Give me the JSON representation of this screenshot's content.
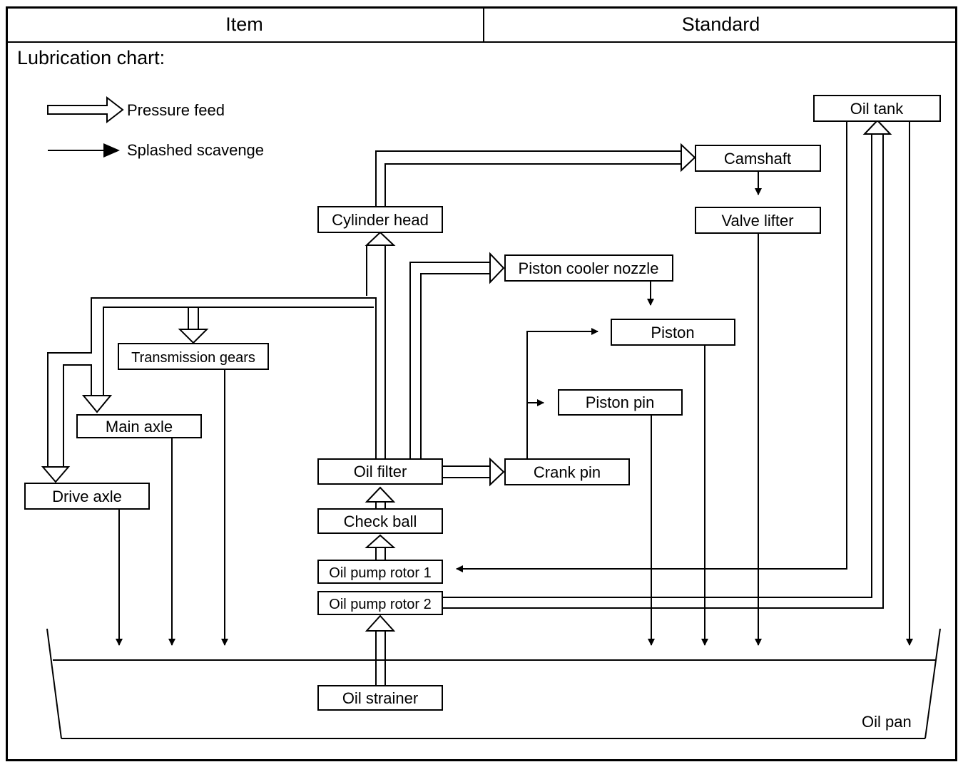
{
  "header": {
    "item_label": "Item",
    "standard_label": "Standard"
  },
  "title": "Lubrication chart:",
  "legend": {
    "pressure_feed": "Pressure feed",
    "splashed_scavenge": "Splashed scavenge"
  },
  "components": {
    "oil_tank": "Oil tank",
    "camshaft": "Camshaft",
    "valve_lifter": "Valve lifter",
    "cylinder_head": "Cylinder head",
    "piston_cooler_nozzle": "Piston cooler nozzle",
    "piston": "Piston",
    "transmission_gears": "Transmission gears",
    "piston_pin": "Piston pin",
    "main_axle": "Main axle",
    "oil_filter": "Oil filter",
    "crank_pin": "Crank pin",
    "drive_axle": "Drive axle",
    "check_ball": "Check ball",
    "oil_pump_rotor_1": "Oil pump rotor 1",
    "oil_pump_rotor_2": "Oil pump rotor 2",
    "oil_strainer": "Oil strainer",
    "oil_pan": "Oil pan"
  },
  "colors": {
    "line": "#000000",
    "background": "#ffffff"
  }
}
